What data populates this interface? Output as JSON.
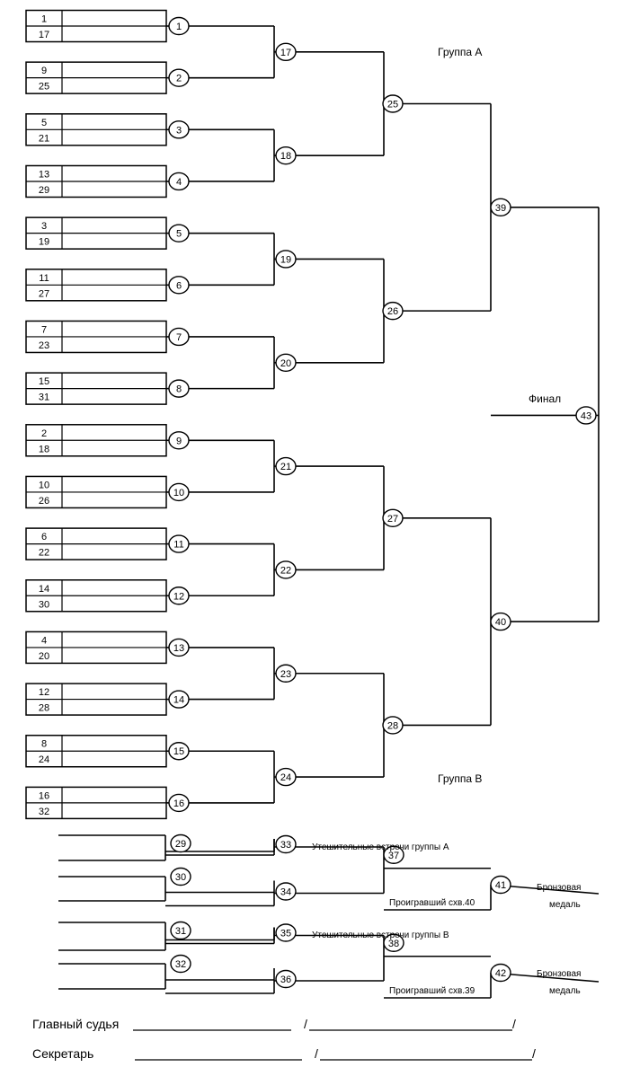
{
  "colors": {
    "ink": "#000000",
    "paper": "#ffffff"
  },
  "labels": {
    "group_a": "Группа А",
    "group_b": "Группа В",
    "final": "Финал",
    "consolation_a": "Утешительные встречи группы А",
    "consolation_b": "Утешительные встречи группы В",
    "loser_40": "Проигравший схв.40",
    "loser_39": "Проигравший схв.39",
    "bronze_1": "Бронзовая",
    "bronze_2": "медаль"
  },
  "entry_pairs": [
    [
      "1",
      "17"
    ],
    [
      "9",
      "25"
    ],
    [
      "5",
      "21"
    ],
    [
      "13",
      "29"
    ],
    [
      "3",
      "19"
    ],
    [
      "11",
      "27"
    ],
    [
      "7",
      "23"
    ],
    [
      "15",
      "31"
    ],
    [
      "2",
      "18"
    ],
    [
      "10",
      "26"
    ],
    [
      "6",
      "22"
    ],
    [
      "14",
      "30"
    ],
    [
      "4",
      "20"
    ],
    [
      "12",
      "28"
    ],
    [
      "8",
      "24"
    ],
    [
      "16",
      "32"
    ]
  ],
  "matches": {
    "round1": [
      "1",
      "2",
      "3",
      "4",
      "5",
      "6",
      "7",
      "8",
      "9",
      "10",
      "11",
      "12",
      "13",
      "14",
      "15",
      "16"
    ],
    "round2": [
      "17",
      "18",
      "19",
      "20",
      "21",
      "22",
      "23",
      "24"
    ],
    "round3": [
      "25",
      "26",
      "27",
      "28"
    ],
    "semifinal": [
      "39",
      "40"
    ],
    "final": "43",
    "consolation_r1": [
      "29",
      "30",
      "31",
      "32"
    ],
    "consolation_r2": [
      "33",
      "34",
      "35",
      "36"
    ],
    "consolation_r3": [
      "37",
      "38"
    ],
    "bronze": [
      "41",
      "42"
    ]
  },
  "footer": {
    "judge_label": "Главный судья",
    "secretary_label": "Секретарь",
    "separator": "/"
  }
}
